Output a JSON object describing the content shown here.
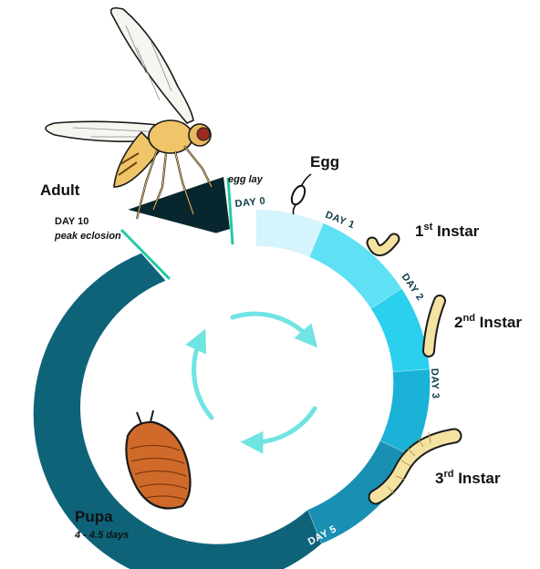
{
  "stages": {
    "egg": {
      "label": "Egg"
    },
    "instar1": {
      "num": "1",
      "sup": "st",
      "word": " Instar"
    },
    "instar2": {
      "num": "2",
      "sup": "nd",
      "word": " Instar"
    },
    "instar3": {
      "num": "3",
      "sup": "rd",
      "word": " Instar"
    },
    "pupa": {
      "label": "Pupa",
      "duration": "4 - 4.5 days"
    },
    "adult": {
      "label": "Adult"
    }
  },
  "days": {
    "day0": "DAY 0",
    "day1": "DAY 1",
    "day2": "DAY 2",
    "day3": "DAY 3",
    "day5": "DAY 5",
    "day10": "DAY 10",
    "peak": "peak eclosion",
    "egg_lay": "egg lay"
  },
  "colors": {
    "egg_segment": "#d6f4fb",
    "instar1_segment": "#5ee0f5",
    "instar2_segment": "#2ad0ee",
    "instar3_segment": "#1ab2d6",
    "late_larva_segment": "#1a8fb4",
    "pupa_segment": "#0f6379",
    "adult_segment": "#08262d",
    "marker": "#22c9a5",
    "arrow": "#6fe4e3",
    "larva": "#f4e2a0",
    "pupa_body": "#cf6a2a"
  }
}
